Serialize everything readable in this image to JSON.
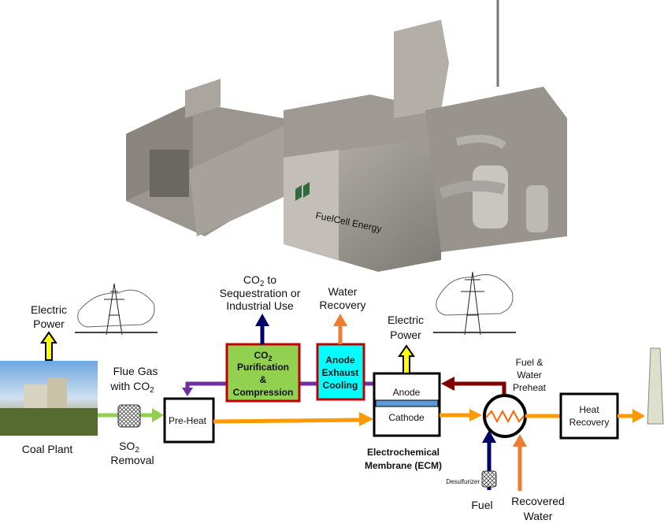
{
  "machine": {
    "logo_text": "FuelCell Energy"
  },
  "coal_plant": {
    "label": "Coal Plant"
  },
  "electric_power_left": {
    "line1": "Electric",
    "line2": "Power"
  },
  "flue_gas": {
    "line1": "Flue Gas",
    "line2": "with CO",
    "sub": "2"
  },
  "so2_removal": {
    "line1": "SO",
    "sub": "2",
    "line2": "Removal"
  },
  "preheat": {
    "label": "Pre-Heat"
  },
  "co2_box": {
    "line1": "CO",
    "sub": "2",
    "line2": "Purification",
    "line3": "&",
    "line4": "Compression"
  },
  "co2_output": {
    "line1": "CO",
    "sub": "2",
    "line1_tail": " to",
    "line2": "Sequestration or",
    "line3": "Industrial Use"
  },
  "anode_cooling": {
    "line1": "Anode",
    "line2": "Exhaust",
    "line3": "Cooling"
  },
  "water_recovery": {
    "line1": "Water",
    "line2": "Recovery"
  },
  "ecm": {
    "anode": "Anode",
    "cathode": "Cathode",
    "caption1": "Electrochemical",
    "caption2": "Membrane (ECM)"
  },
  "electric_power_right": {
    "line1": "Electric",
    "line2": "Power"
  },
  "preheat_exchanger": {
    "line1": "Fuel &",
    "line2": "Water",
    "line3": "Preheat"
  },
  "heat_recovery": {
    "line1": "Heat",
    "line2": "Recovery"
  },
  "desulfurizer": {
    "label": "Desulfurizer"
  },
  "fuel": {
    "label": "Fuel"
  },
  "recovered_water": {
    "line1": "Recovered",
    "line2": "Water"
  },
  "colors": {
    "flue_gas_arrow": "#92d050",
    "hot_gas_arrow": "#ff9900",
    "anode_exhaust": "#7030a0",
    "co2_arrow": "#000066",
    "water_arrow": "#ed7d31",
    "recycle_arrow": "#800000",
    "co2_box_fill": "#92d050",
    "cooling_box_fill": "#00ffff",
    "box_border_red": "#c00000",
    "membrane": "#5b9bd5",
    "power_arrow": "#ffff00"
  }
}
